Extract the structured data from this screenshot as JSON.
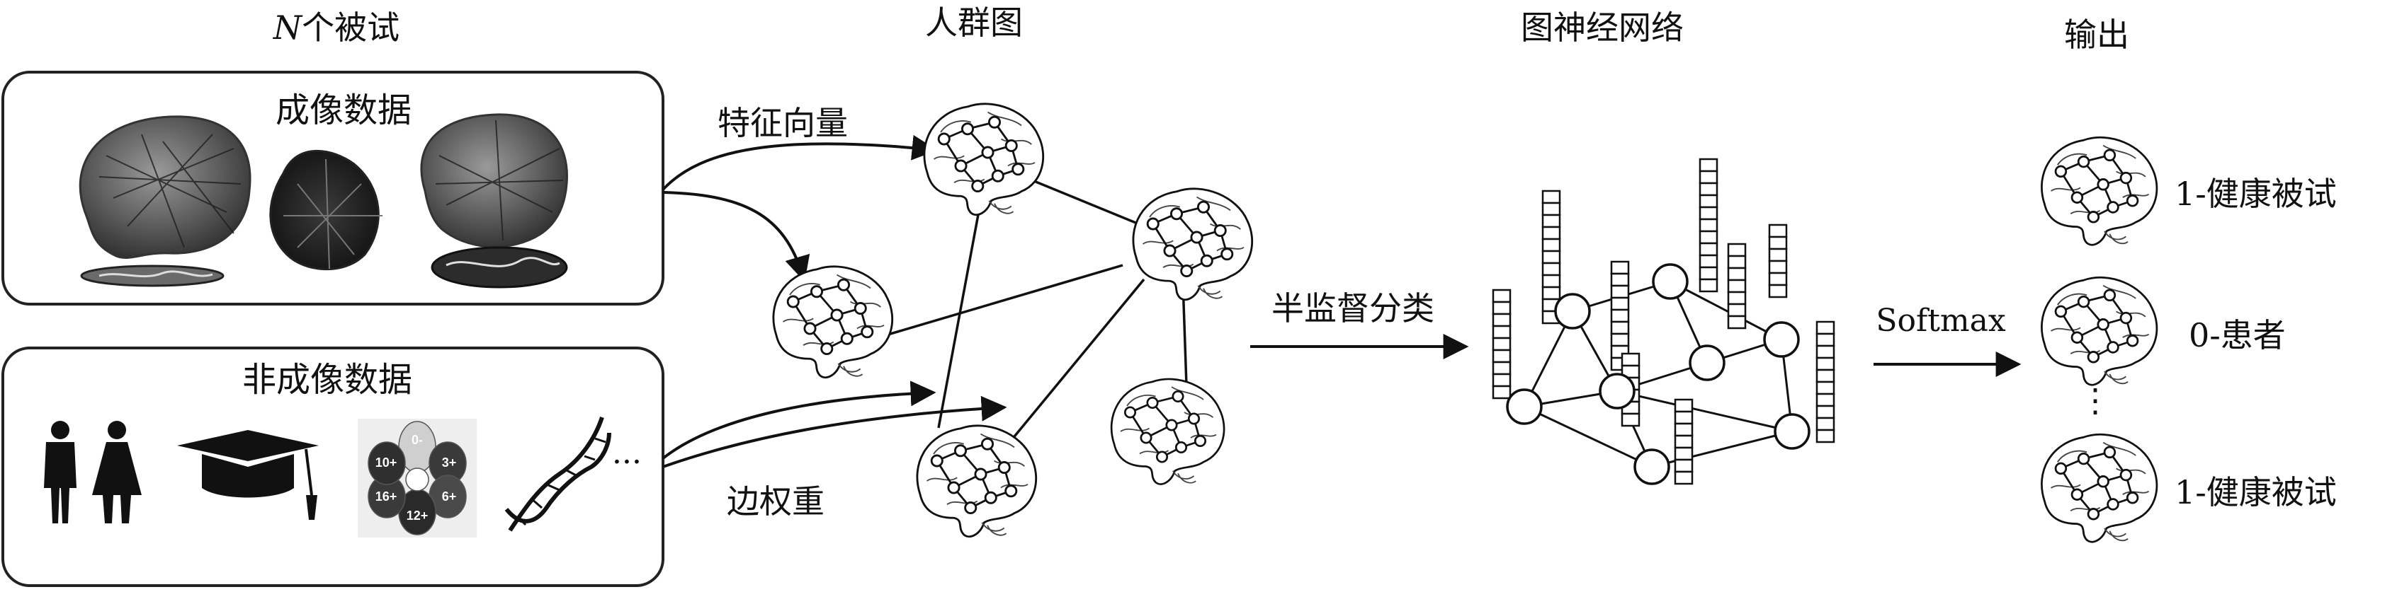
{
  "headers": {
    "subjects_n": "N",
    "subjects_rest": "个被试",
    "population_graph": "人群图",
    "gnn": "图神经网络",
    "output": "输出"
  },
  "imaging_box": {
    "title": "成像数据"
  },
  "non_imaging_box": {
    "title": "非成像数据",
    "ellipsis": "···"
  },
  "flower_labels": [
    "0-",
    "3+",
    "6+",
    "12+",
    "16+",
    "10+"
  ],
  "edges": {
    "feature_vector": "特征向量",
    "edge_weight": "边权重"
  },
  "classification": {
    "label": "半监督分类"
  },
  "softmax": {
    "label": "Softmax"
  },
  "outputs": {
    "items": [
      {
        "label": "1-健康被试"
      },
      {
        "label": "0-患者"
      },
      {
        "label": "1-健康被试"
      }
    ],
    "vdots": "⋮"
  },
  "colors": {
    "ink": "#111111",
    "box_border": "#222222",
    "brain_fill": "#c9c9c9",
    "brain_dark": "#4a4a4a"
  }
}
